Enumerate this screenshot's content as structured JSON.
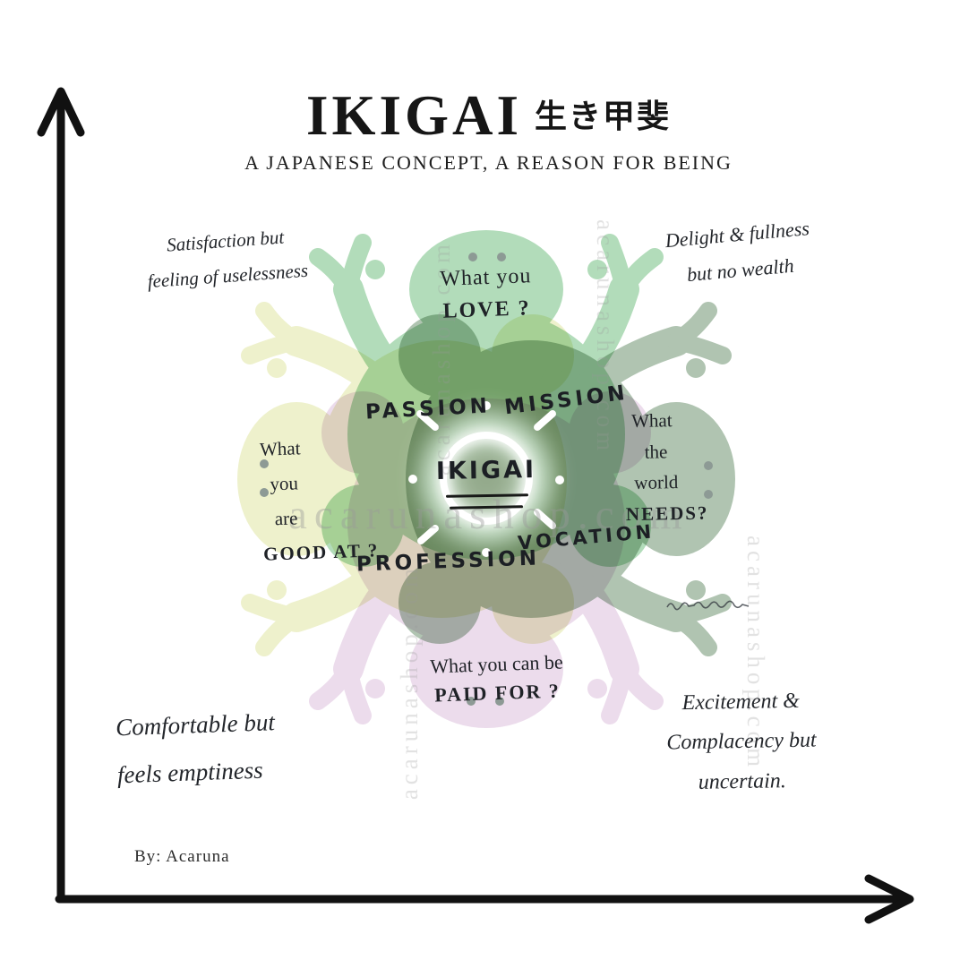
{
  "title": {
    "main": "IKIGAI",
    "japanese": "生き甲斐",
    "subtitle": "A JAPANESE CONCEPT, A REASON FOR BEING"
  },
  "center": {
    "label": "IKIGAI"
  },
  "circles": {
    "love": {
      "lines": [
        "What you",
        "LOVE ?"
      ],
      "color": "#b2dcba"
    },
    "good_at": {
      "lines": [
        "What",
        "you",
        "are",
        "GOOD AT ?"
      ],
      "color": "#eef1cc"
    },
    "needs": {
      "lines": [
        "What",
        "the",
        "world",
        "NEEDS?"
      ],
      "color": "#b0c4b1"
    },
    "paid_for": {
      "lines": [
        "What you can be",
        "PAID FOR ?"
      ],
      "color": "#ecdcec"
    }
  },
  "overlap_labels": {
    "passion": "PASSION",
    "mission": "MISSION",
    "profession": "PROFESSION",
    "vocation": "VOCATION"
  },
  "corner_notes": {
    "top_left": {
      "lines": [
        "Satisfaction but",
        "feeling of uselessness"
      ]
    },
    "top_right": {
      "lines": [
        "Delight & fullness",
        "but no wealth"
      ]
    },
    "bottom_left": {
      "lines": [
        "Comfortable but",
        "feels emptiness"
      ]
    },
    "bottom_right": {
      "lines": [
        "Excitement &",
        "Complacency but",
        "uncertain."
      ]
    }
  },
  "watermark": "acarunashop.com",
  "credit": "By: Acaruna",
  "colors": {
    "axis": "#111111",
    "glow": "#e9fbee",
    "eye": "#8d9a95"
  }
}
